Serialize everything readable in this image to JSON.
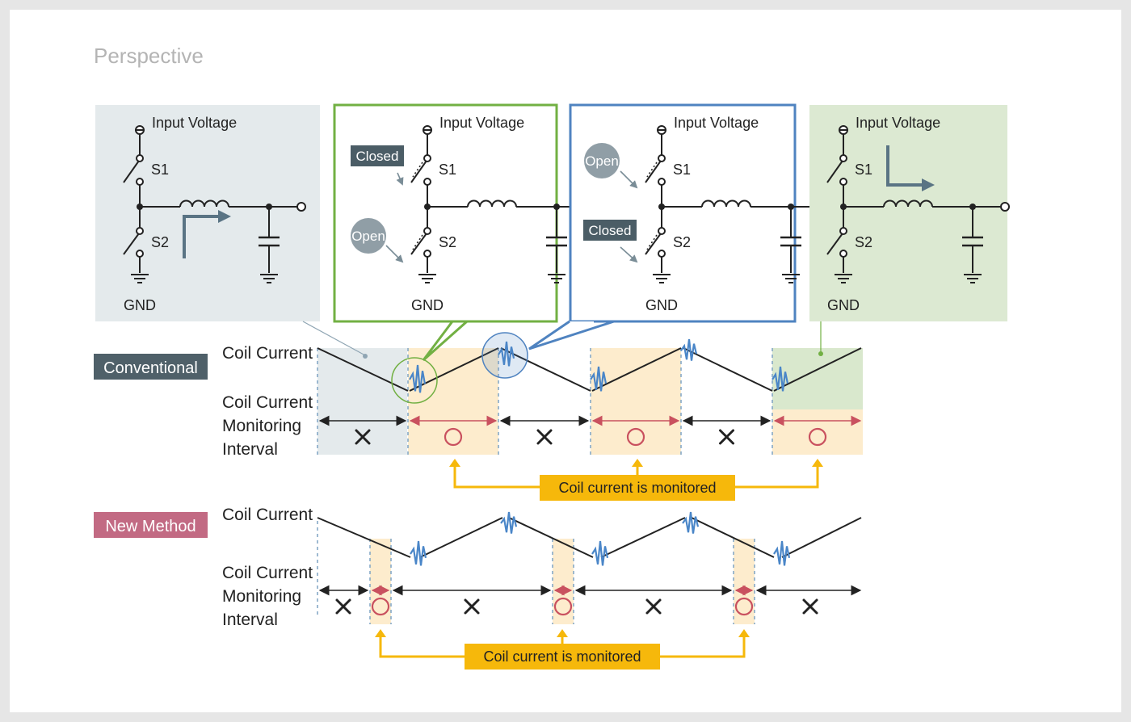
{
  "title": "Perspective",
  "circuit": {
    "input_label": "Input Voltage",
    "s1": "S1",
    "s2": "S2",
    "gnd": "GND",
    "closed": "Closed",
    "open": "Open"
  },
  "conventional": {
    "tag": "Conventional",
    "coil_current": "Coil Current",
    "monitoring_lines": [
      "Coil Current",
      "Monitoring",
      "Interval"
    ],
    "monitored_text": "Coil current is monitored"
  },
  "new_method": {
    "tag": "New Method",
    "coil_current": "Coil Current",
    "monitoring_lines": [
      "Coil Current",
      "Monitoring",
      "Interval"
    ],
    "monitored_text": "Coil current is monitored"
  },
  "colors": {
    "background": "#ffffff",
    "frame": "#e6e6e6",
    "panel_gray": "#e4eaec",
    "panel_green": "#dce9d2",
    "green_border": "#72b043",
    "blue_border": "#4f83c0",
    "shade_orange": "#fdeccd",
    "shade_gray": "#e4eaec",
    "shade_green": "#d9e8cd",
    "ring_blue": "#4a86c8",
    "interval_red": "#c9515f",
    "callout_yellow": "#f6b80b",
    "tag_conventional": "#4f6069",
    "tag_new": "#c26a83",
    "badge_dark": "#4b5d66",
    "badge_gray": "#909ea6"
  }
}
